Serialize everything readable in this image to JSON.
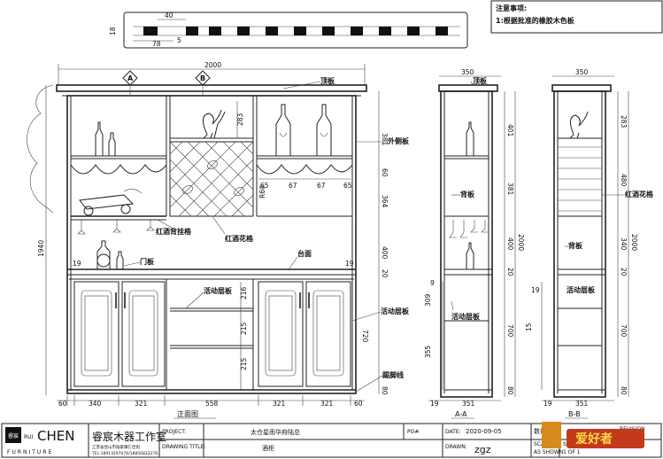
{
  "notes": {
    "title": "注意事项:",
    "item1": "1:根据批准的橡胶木色板"
  },
  "detail_top": {
    "d40": "40",
    "d78": "78",
    "d18": "18",
    "d5": "5"
  },
  "front": {
    "total_width": "2000",
    "height": "1940",
    "section_a": "A",
    "section_b": "B",
    "label_top_board": "顶板",
    "label_outer_side": "外侧板",
    "label_wine_rack_hanger": "红酒背挂格",
    "label_wine_lattice": "红酒花格",
    "label_door": "门板",
    "label_counter": "台面",
    "label_shelf1": "活动层板",
    "label_shelf2": "活动层板",
    "label_kick": "踢脚线",
    "dims_right": [
      "381",
      "60",
      "364",
      "400",
      "20",
      "720",
      "80"
    ],
    "dims_inner": [
      "283",
      "65",
      "67",
      "67",
      "65",
      "R60",
      "216",
      "215",
      "215",
      "19",
      "19"
    ],
    "dims_bottom": [
      "60",
      "340",
      "321",
      "558",
      "321",
      "321",
      "60"
    ],
    "caption": "正面图"
  },
  "section_aa": {
    "width": "350",
    "label_top": "顶板",
    "label_back": "背板",
    "label_shelf": "活动层板",
    "dims": [
      "401",
      "381",
      "400",
      "20",
      "700",
      "80"
    ],
    "total": "2000",
    "inner": [
      "9",
      "309",
      "355"
    ],
    "bottom": [
      "19",
      "351"
    ],
    "caption": "A-A"
  },
  "section_bb": {
    "width": "350",
    "label_lattice": "红酒花格",
    "label_back": "背板",
    "label_shelf": "活动层板",
    "dims": [
      "283",
      "480",
      "340",
      "20",
      "700",
      "80"
    ],
    "total": "2000",
    "inner": [
      "19",
      "15"
    ],
    "bottom": [
      "19",
      "351"
    ],
    "caption": "B-B"
  },
  "title_block": {
    "logo_small": "睿宸",
    "logo_rui": "RUI",
    "logo_chen": "CHEN",
    "logo_furniture": "FURNITURE",
    "company": "睿宸木器工作室",
    "address": "江苏省昆山市陆家镇仁佳街",
    "phone": "TEL:18913297076/18856832278",
    "project_label": "PROJECT:",
    "project_value": "太仓星雨华府陆总",
    "drawing_label": "DRAWING TITLE:",
    "drawing_value": "酒柜",
    "po_label": "PO#",
    "date_label": "DATE:",
    "date_value": "2020-09-05",
    "drawn_label": "DRAWN:",
    "drawn_value": "zgz",
    "qty_label": "数量:",
    "revision_label": "REVISION",
    "scale_label": "SCALE:",
    "scale_value": "AS SHOWN",
    "sheet_label": "SHEET",
    "sheet_value": "1  OF  1",
    "watermark": "爱好者"
  }
}
